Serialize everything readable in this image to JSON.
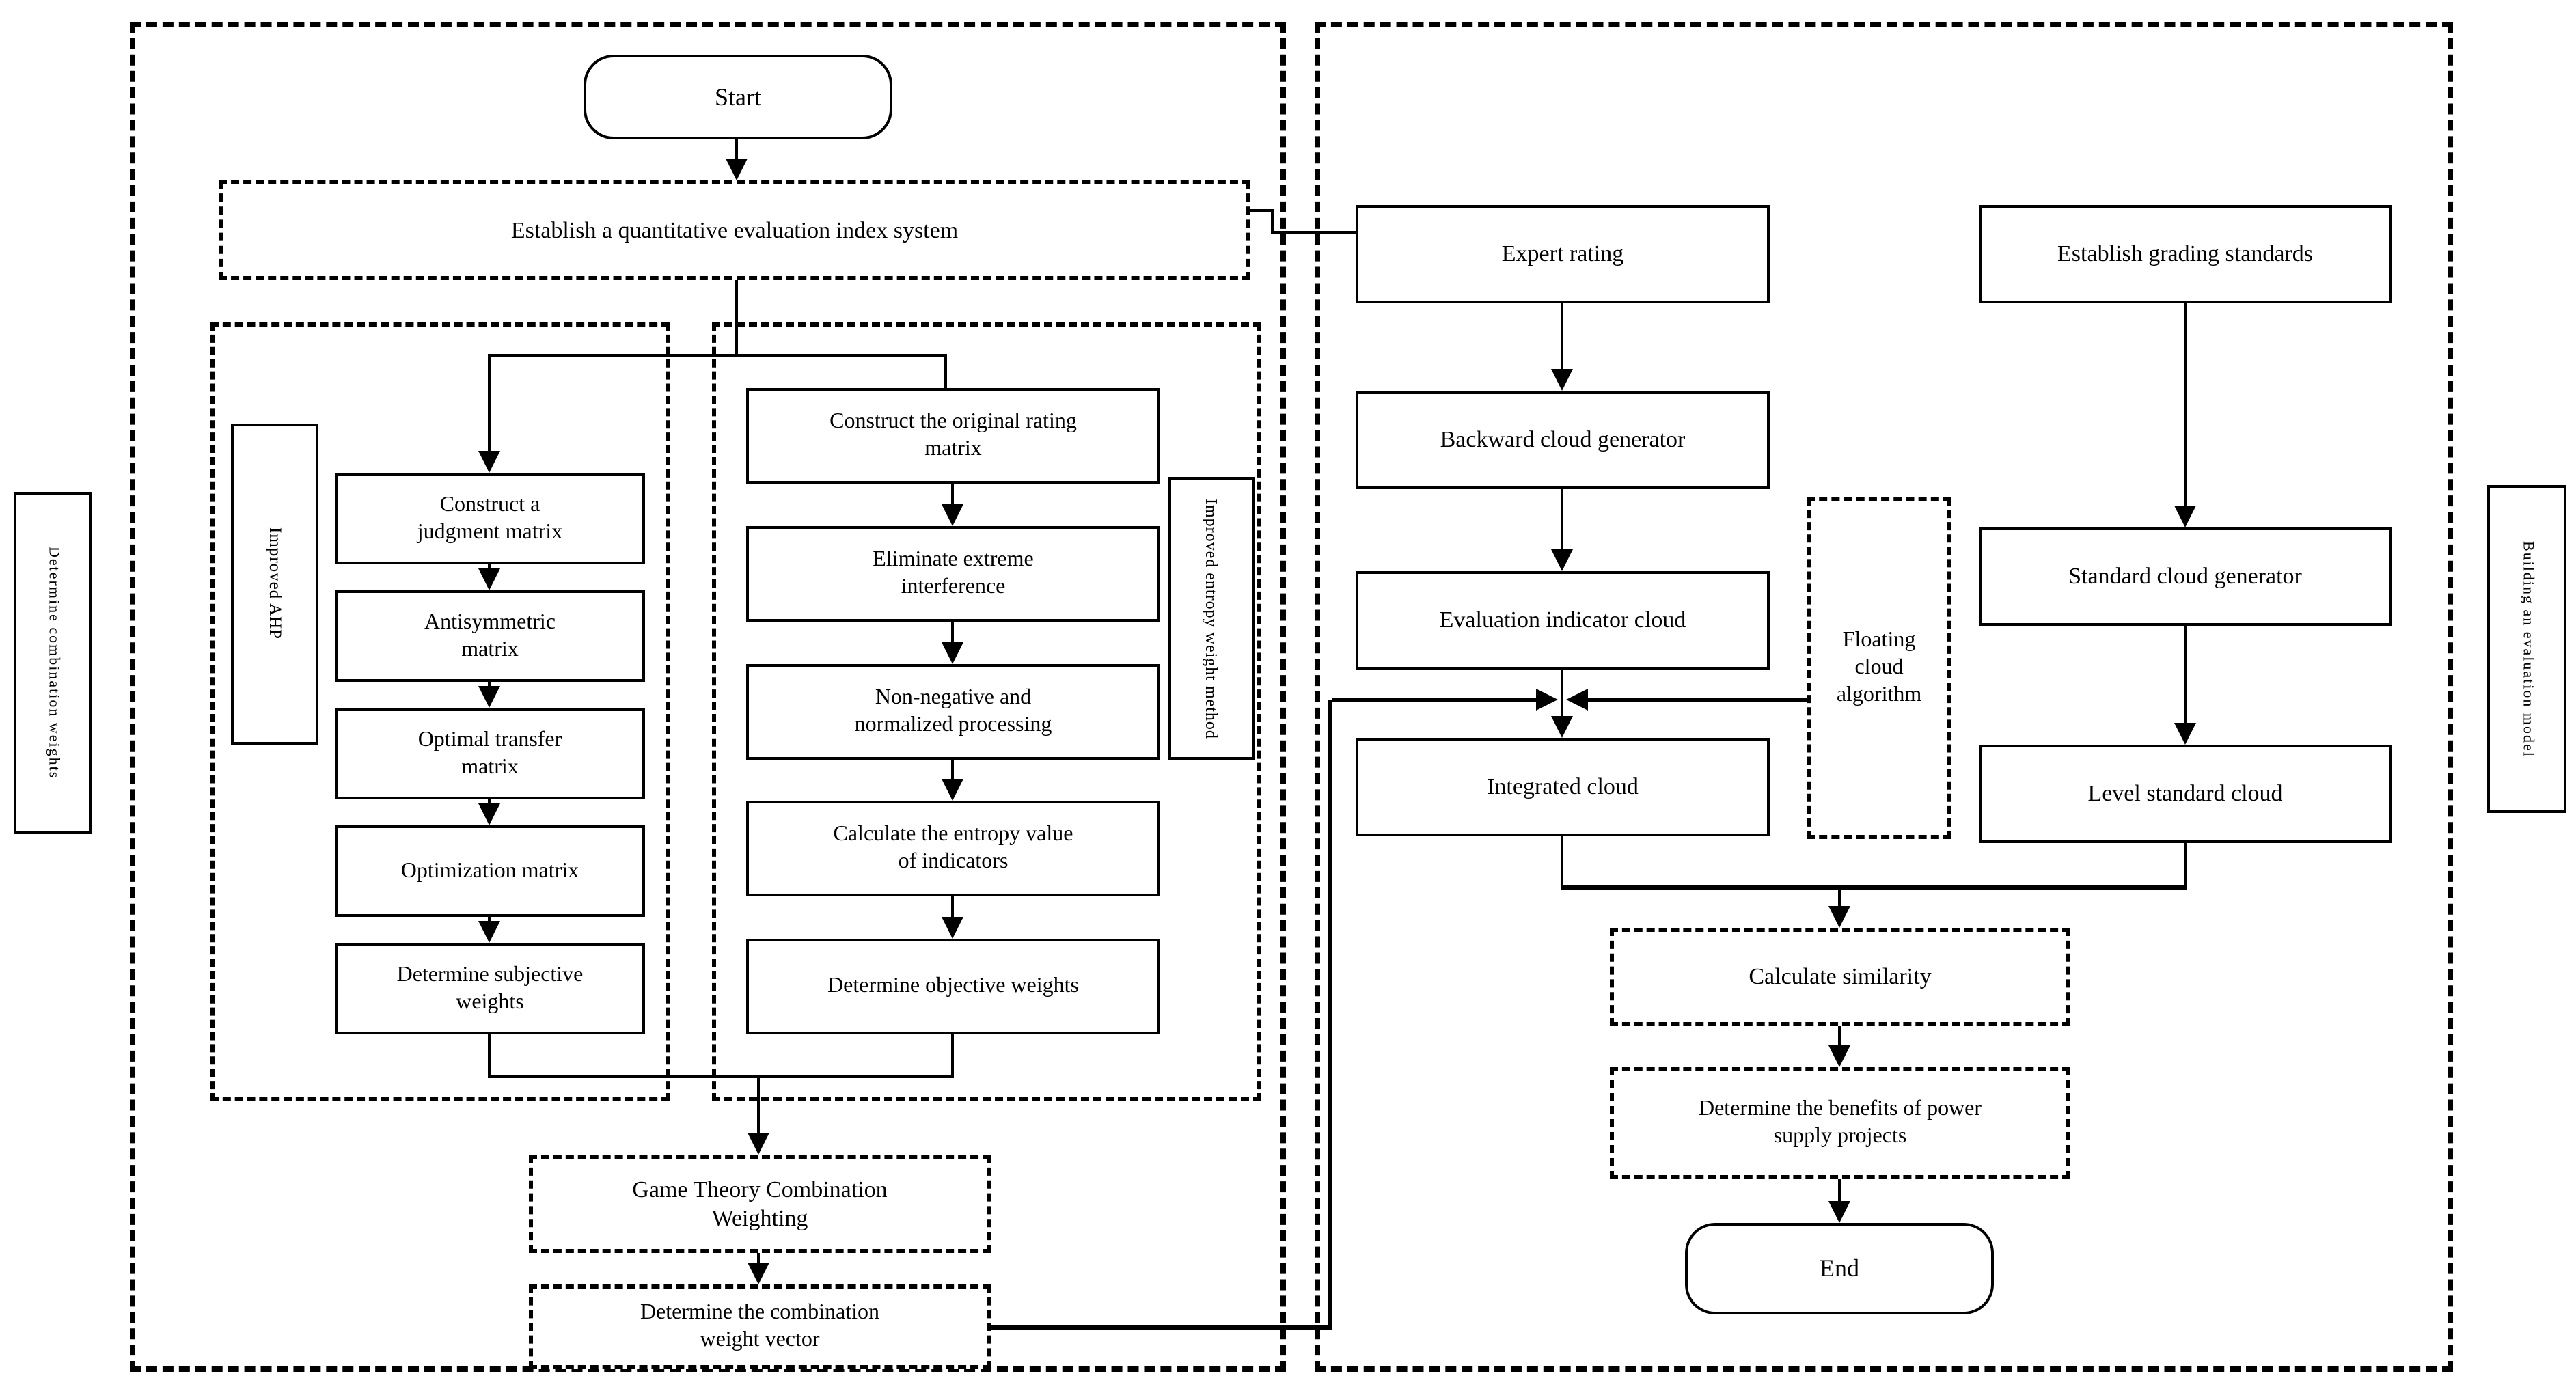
{
  "left_panel": {
    "side_label": "Determine combination weights",
    "start": "Start",
    "establish": "Establish a quantitative evaluation index system",
    "ahp_label": "Improved AHP",
    "ahp_steps": [
      "Construct a judgment matrix",
      "Antisymmetric matrix",
      "Optimal transfer matrix",
      "Optimization matrix",
      "Determine subjective weights"
    ],
    "entropy_label": "Improved entropy weight method",
    "entropy_steps": [
      "Construct the original rating matrix",
      "Eliminate extreme interference",
      "Non-negative and normalized processing",
      "Calculate the entropy value of indicators",
      "Determine objective weights"
    ],
    "game_theory": "Game Theory Combination Weighting",
    "weight_vector": "Determine the combination weight vector"
  },
  "right_panel": {
    "side_label": "Building an evaluation model",
    "expert_rating": "Expert rating",
    "backward_cloud_generator": "Backward cloud generator",
    "evaluation_indicator_cloud": "Evaluation indicator cloud",
    "integrated_cloud": "Integrated cloud",
    "floating_cloud_algorithm": "Floating cloud algorithm",
    "establish_grading_standards": "Establish grading standards",
    "standard_cloud_generator": "Standard cloud generator",
    "level_standard_cloud": "Level standard cloud",
    "calculate_similarity": "Calculate similarity",
    "determine_benefits": "Determine the benefits of power supply projects",
    "end": "End"
  },
  "colors": {
    "line": "#000000",
    "background": "#ffffff"
  }
}
